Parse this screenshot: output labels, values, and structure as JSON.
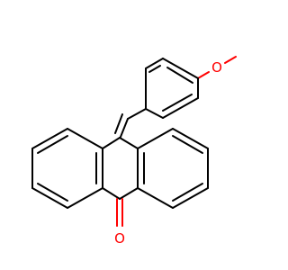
{
  "molecule": {
    "atoms": [
      {
        "id": "O1",
        "symbol": "O",
        "color": "#ff0000"
      },
      {
        "id": "O2",
        "symbol": "O",
        "color": "#ff0000"
      }
    ],
    "colors": {
      "bond": "#000000",
      "oxygen": "#ff0000",
      "background": "#ffffff"
    }
  }
}
